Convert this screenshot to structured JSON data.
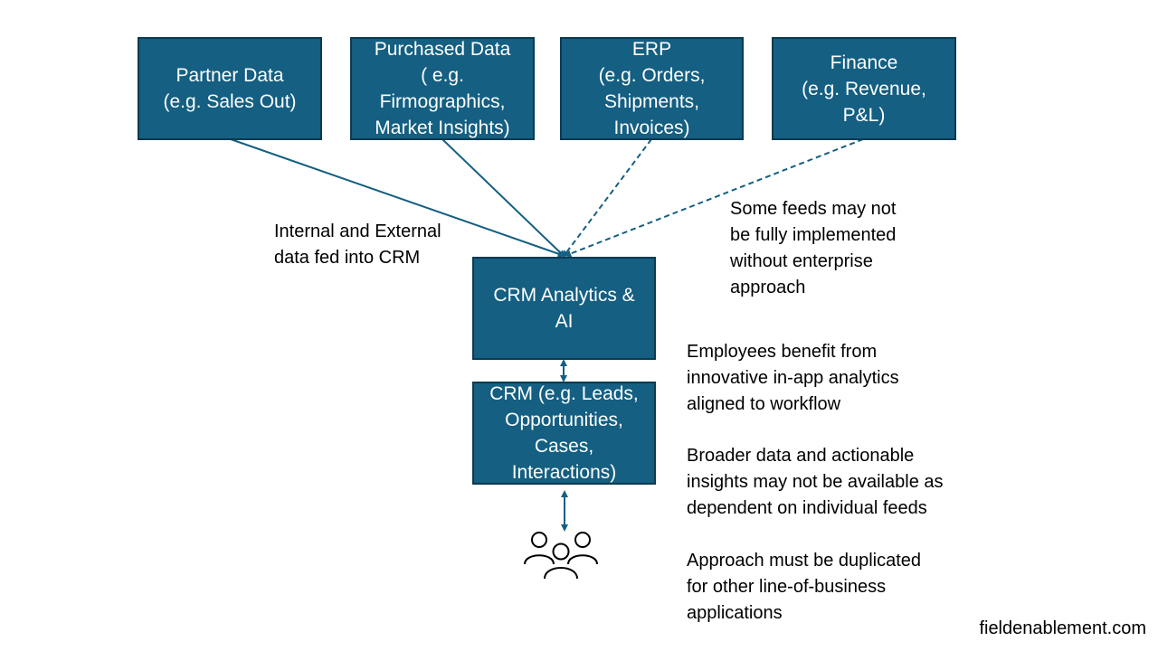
{
  "colors": {
    "box_fill": "#145f82",
    "box_border": "#0b3a4f",
    "connector": "#145f82",
    "text": "#000000"
  },
  "sources": {
    "partner_data": "Partner Data\n(e.g. Sales Out)",
    "purchased_data": "Purchased Data\n( e.g.\nFirmographics,\nMarket Insights)",
    "erp": "ERP\n(e.g. Orders,\nShipments,\nInvoices)",
    "finance": "Finance\n(e.g. Revenue,\nP&L)"
  },
  "hub": {
    "crm_analytics": "CRM Analytics &\nAI",
    "crm": "CRM (e.g. Leads,\nOpportunities,\nCases,\nInteractions)"
  },
  "notes": {
    "internal_external": "Internal and External\ndata fed into CRM",
    "some_feeds": "Some feeds may not\nbe fully implemented\nwithout enterprise\napproach",
    "employees_benefit": "Employees benefit from\ninnovative in-app analytics\naligned to workflow",
    "broader_data": "Broader data and actionable\ninsights may not be available as\ndependent on individual feeds",
    "approach_duplicated": "Approach must be duplicated\nfor other line-of-business\napplications"
  },
  "footer": "fieldenablement.com",
  "icons": {
    "users": "users-group-icon"
  }
}
